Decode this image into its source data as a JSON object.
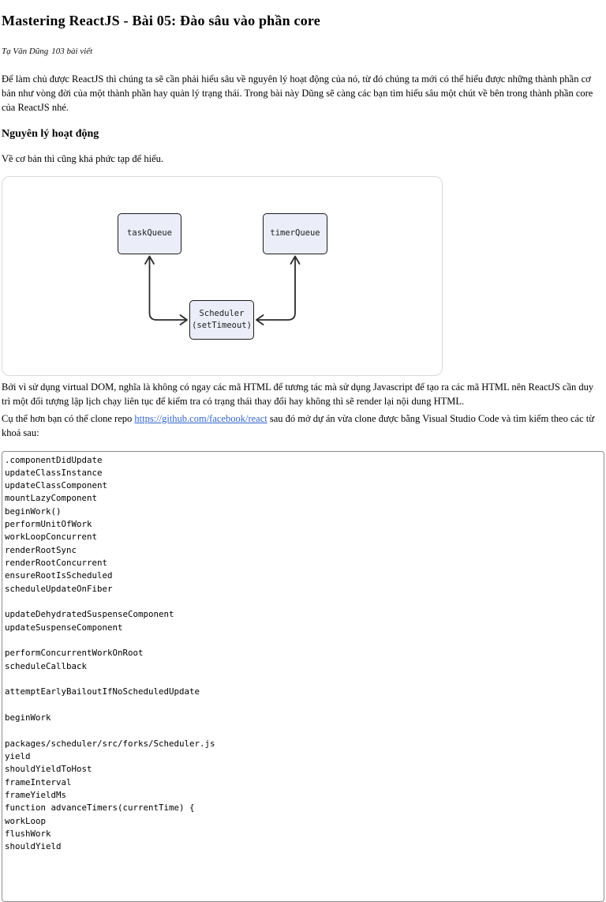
{
  "article": {
    "title": "Mastering ReactJS - Bài 05: Đào sâu vào phần core",
    "author": "Tạ Văn Dũng",
    "author_meta": "103 bài viết",
    "intro": "Để làm chủ được ReactJS thì chúng ta sẽ cần phải hiểu sâu về nguyên lý hoạt động của nó, từ đó chúng ta mới có thể hiểu được những thành phần cơ bản như vòng đời của một thành phần hay quản lý trạng thái. Trong bài này Dũng sẽ càng các bạn tìm hiểu sâu một chút về bên trong thành phần core của ReactJS nhé.",
    "section_heading": "Nguyên lý hoạt động",
    "section_lead": "Về cơ bản thì cũng khá phức tạp để hiểu.",
    "para_virtual_dom": "Bởi vì sử dụng virtual DOM, nghĩa là không có ngay các mã HTML để tương tác mà sử dụng Javascript để tạo ra các mã HTML nên ReactJS cần duy trì một đối tượng lập lịch chạy liên tục để kiểm tra có trạng thái thay đổi hay không thì sẽ render lại nội dung HTML.",
    "para_clone_prefix": "Cụ thể hơn bạn có thể clone repo ",
    "repo_link": "https://github.com/facebook/react",
    "para_clone_suffix": " sau đó mở dự án vừa clone được bằng Visual Studio Code và tìm kiếm theo các từ khoá sau:"
  },
  "diagram": {
    "task_label": "taskQueue",
    "timer_label": "timerQueue",
    "scheduler_label_line1": "Scheduler",
    "scheduler_label_line2": "(setTimeout)",
    "node_fill": "#ebeef8",
    "node_border": "#1b1b1b",
    "arrow_color": "#2b2b2b",
    "frame_border": "#d9d9d9"
  },
  "colors": {
    "link": "#3366cc",
    "text": "#000000",
    "code_border": "#8c8c8c"
  },
  "code_block": {
    "lines": [
      ".componentDidUpdate",
      "updateClassInstance",
      "updateClassComponent",
      "mountLazyComponent",
      "beginWork()",
      "performUnitOfWork",
      "workLoopConcurrent",
      "renderRootSync",
      "renderRootConcurrent",
      "ensureRootIsScheduled",
      "scheduleUpdateOnFiber",
      "",
      "updateDehydratedSuspenseComponent",
      "updateSuspenseComponent",
      "",
      "performConcurrentWorkOnRoot",
      "scheduleCallback",
      "",
      "attemptEarlyBailoutIfNoScheduledUpdate",
      "",
      "beginWork",
      "",
      "packages/scheduler/src/forks/Scheduler.js",
      "yield",
      "shouldYieldToHost",
      "frameInterval",
      "frameYieldMs",
      "function advanceTimers(currentTime) {",
      "workLoop",
      "flushWork",
      "shouldYield"
    ]
  }
}
